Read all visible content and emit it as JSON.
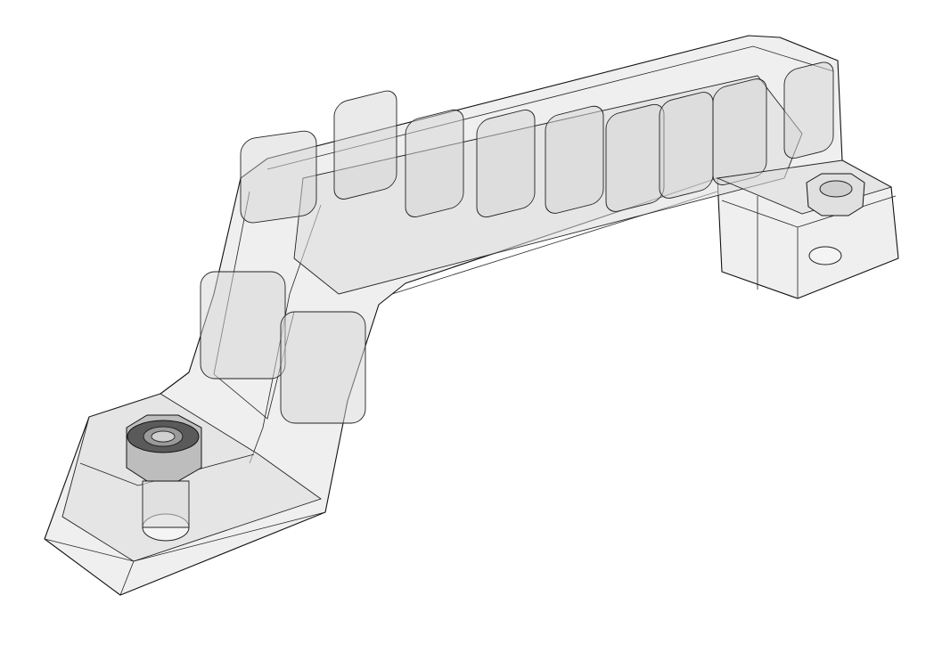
{
  "model": {
    "colors": {
      "body_fill": "#ececec",
      "edge": "#111111",
      "nut_dark": "#5a5a5a",
      "nut_light": "#bdbdbd",
      "background": "#ffffff"
    },
    "parts": [
      "handle-body",
      "left-foot",
      "right-foot",
      "left-nut",
      "right-nut"
    ]
  }
}
